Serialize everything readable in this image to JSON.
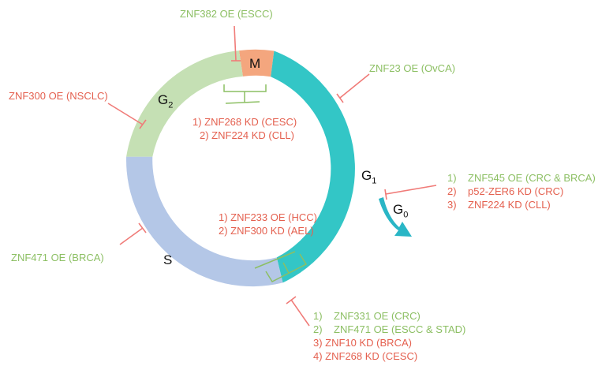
{
  "colors": {
    "phase_m": "#f4a67e",
    "phase_g1": "#33c6c6",
    "phase_g2": "#c5e0b4",
    "phase_s": "#b4c7e7",
    "g0_arrow": "#29b6c6",
    "inhibit_line": "#f07b78",
    "activate_line": "#8cbf63",
    "text_green": "#8cbf63",
    "text_red": "#e4604f"
  },
  "phases": {
    "m": "M",
    "g1_main": "G",
    "g1_sub": "1",
    "g0_main": "G",
    "g0_sub": "0",
    "g2_main": "G",
    "g2_sub": "2",
    "s": "S"
  },
  "labels": {
    "znf382": "ZNF382 OE (ESCC)",
    "znf23": "ZNF23 OE (OvCA)",
    "znf300_nsclc": "ZNF300 OE (NSCLC)",
    "znf471_brca": "ZNF471 OE (BRCA)",
    "g2m_list": [
      "1) ZNF268 KD (CESC)",
      "2) ZNF224 KD (CLL)"
    ],
    "s_list": [
      "1) ZNF233 OE (HCC)",
      "2) ZNF300 KD (AEL)"
    ],
    "g1_list": [
      {
        "num": "1)",
        "text": "ZNF545 OE (CRC & BRCA)"
      },
      {
        "num": "2)",
        "text": "p52-ZER6 KD (CRC)"
      },
      {
        "num": "3)",
        "text": "ZNF224 KD (CLL)"
      }
    ],
    "g1s_list": [
      {
        "num": "1)",
        "text": "ZNF331 OE (CRC)"
      },
      {
        "num": "2)",
        "text": "ZNF471 OE (ESCC & STAD)"
      }
    ],
    "g1s_list_red": [
      "3) ZNF10 KD (BRCA)",
      "4) ZNF268 KD (CESC)"
    ]
  }
}
